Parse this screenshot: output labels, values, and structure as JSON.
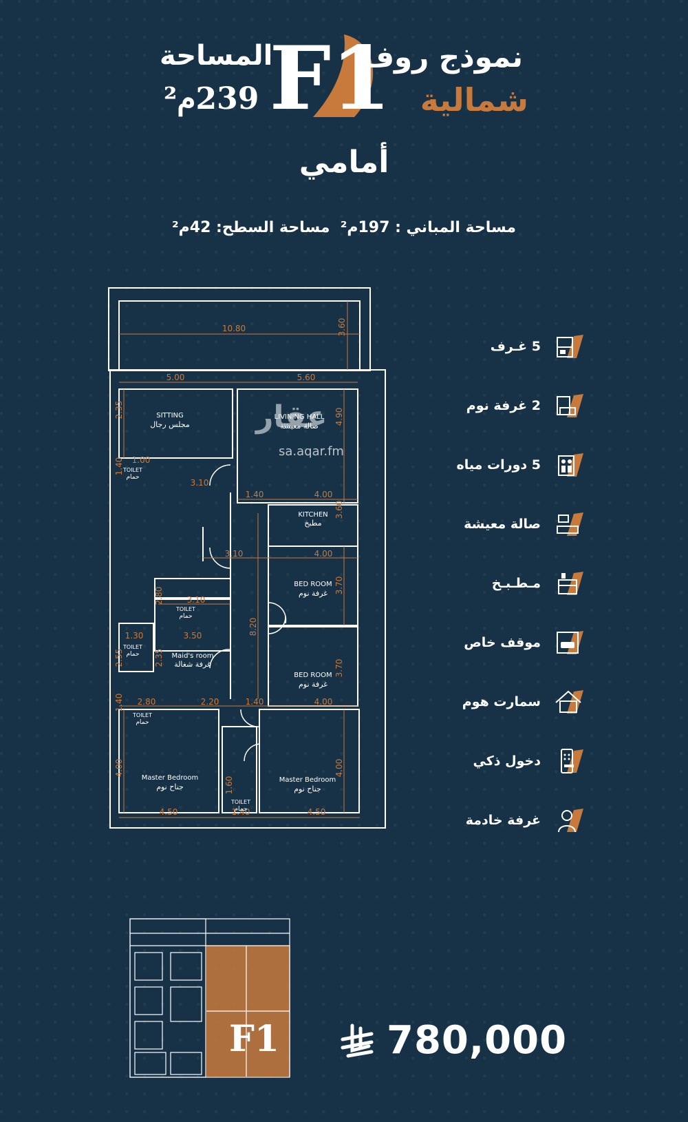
{
  "header": {
    "logo": "F1",
    "model": "نموذج روف",
    "direction": "شمالية",
    "area_label": "المساحة",
    "area_value": "239م²",
    "position": "أمامي",
    "building_area": "مساحة المباني : 197م²",
    "roof_area": "مساحة السطح: 42م²"
  },
  "features": [
    {
      "label": "5 غـرف",
      "icon": "rooms-icon"
    },
    {
      "label": "2 غرفة نوم",
      "icon": "bedroom-icon"
    },
    {
      "label": "5 دورات مياه",
      "icon": "bathroom-icon"
    },
    {
      "label": "صالة معيشة",
      "icon": "living-room-icon"
    },
    {
      "label": "مـطـبـخ",
      "icon": "kitchen-icon"
    },
    {
      "label": "موقف خاص",
      "icon": "parking-icon"
    },
    {
      "label": "سمارت هوم",
      "icon": "smart-home-icon"
    },
    {
      "label": "دخول ذكي",
      "icon": "smart-entry-icon"
    },
    {
      "label": "غرفة خادمة",
      "icon": "maid-room-icon"
    }
  ],
  "floor_plan": {
    "dims": {
      "top_width": "10.80",
      "top_height": "3.60",
      "w_500": "5.00",
      "w_560": "5.60",
      "h_235": "2.35",
      "h_490": "4.90",
      "h_140": "1.40",
      "w_100": "1.00",
      "w_310a": "3.10",
      "w_140a": "1.40",
      "w_400a": "4.00",
      "h_360": "3.60",
      "w_310b": "3.10",
      "w_400b": "4.00",
      "h_370a": "3.70",
      "h_280": "2.80",
      "w_310c": "3.10",
      "h_820": "8.20",
      "w_130": "1.30",
      "w_350": "3.50",
      "h_255": "2.55",
      "h_235b": "2.35",
      "h_370b": "3.70",
      "h_140b": "1.40",
      "w_280": "2.80",
      "w_220": "2.20",
      "w_140b": "1.40",
      "w_400c": "4.00",
      "h_400a": "4.00",
      "h_400b": "4.00",
      "h_160": "1.60",
      "w_450a": "4.50",
      "w_140c": "1.40",
      "w_450b": "4.50"
    },
    "rooms": {
      "sitting_en": "SITTING",
      "sitting_ar": "مجلس رجال",
      "living_en": "LIVINING HALL",
      "living_ar": "صالة معيشة",
      "kitchen_en": "KITCHEN",
      "kitchen_ar": "مطبخ",
      "bed1_en": "BED ROOM",
      "bed1_ar": "غرفة نوم",
      "bed2_en": "BED ROOM",
      "bed2_ar": "غرفة نوم",
      "toilet1_en": "TOILET",
      "toilet1_ar": "حمام",
      "toilet2_en": "TOILET",
      "toilet2_ar": "حمام",
      "toilet3_en": "TOILET",
      "toilet3_ar": "حمام",
      "toilet4_en": "TOILET",
      "toilet4_ar": "حمام",
      "toilet5_en": "TOILET",
      "toilet5_ar": "حمام",
      "maid_en": "Maid's room",
      "maid_ar": "غرفة شغالة",
      "master1_en": "Master Bedroom",
      "master1_ar": "جناح نوم",
      "master2_en": "Master Bedroom",
      "master2_ar": "جناح نوم"
    }
  },
  "watermark": {
    "name": "عقار",
    "url": "sa.aqar.fm"
  },
  "mini_plan_label": "F1",
  "price": {
    "value": "780,000",
    "currency_icon": "saudi-riyal-icon"
  },
  "colors": {
    "background": "#173246",
    "accent": "#c87a3d",
    "line": "#ffffff"
  }
}
